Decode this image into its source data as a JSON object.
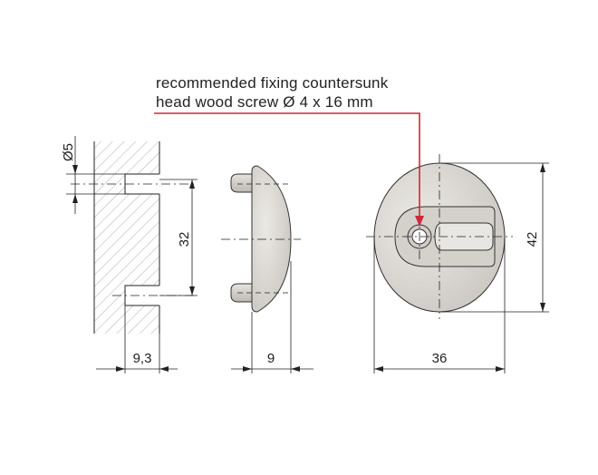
{
  "note": {
    "line1": "recommended fixing countersunk",
    "line2": "head wood screw Ø 4 x 16 mm"
  },
  "dimensions": {
    "hole_diameter": "Ø5",
    "hole_spacing": "32",
    "panel_depth": "9,3",
    "cap_depth": "9",
    "width": "36",
    "height": "42"
  },
  "colors": {
    "leader": "#d2263a",
    "part_fill": "#dedbd6",
    "hatch": "#9a9a9a"
  }
}
